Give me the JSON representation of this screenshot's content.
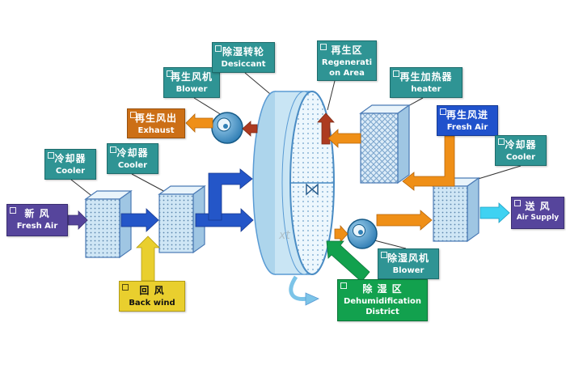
{
  "diagram": {
    "watermark": "xt",
    "labels": {
      "fresh_air_in": {
        "lines": [
          "新  风",
          "Fresh Air"
        ]
      },
      "cooler1": {
        "lines": [
          "冷却器",
          "Cooler"
        ]
      },
      "cooler2": {
        "lines": [
          "冷却器",
          "Cooler"
        ]
      },
      "back_wind": {
        "lines": [
          "回  风",
          "Back wind"
        ]
      },
      "regen_blower": {
        "lines": [
          "再生风机",
          "Blower"
        ]
      },
      "exhaust": {
        "lines": [
          "再生风出",
          "Exhaust"
        ]
      },
      "desiccant": {
        "lines": [
          "除湿转轮",
          "Desiccant"
        ]
      },
      "regen_area": {
        "lines": [
          "再生区",
          "Regenerati",
          "on Area"
        ]
      },
      "heater": {
        "lines": [
          "再生加热器",
          "heater"
        ]
      },
      "regen_fresh_air": {
        "lines": [
          "再生风进",
          "Fresh Air"
        ]
      },
      "cooler3": {
        "lines": [
          "冷却器",
          "Cooler"
        ]
      },
      "air_supply": {
        "lines": [
          "送  风",
          "Air Supply"
        ]
      },
      "dehumid_blower": {
        "lines": [
          "除湿风机",
          "Blower"
        ]
      },
      "dehumid_district": {
        "lines": [
          "除 湿 区",
          "Dehumidification",
          "District"
        ]
      }
    },
    "colors": {
      "teal_label_bg": "#2f9494",
      "purple_label_bg": "#56459c",
      "blue_label_bg": "#2052cc",
      "orange_label_bg": "#cc6f16",
      "yellow_label_bg": "#e9cf2e",
      "green_label_bg": "#12a14e",
      "blue_arrow": "#2456c8",
      "orange_arrow": "#ef8f17",
      "red_arrow": "#ad3b21",
      "cyan_arrow": "#3fd2f2",
      "yellow_arrow": "#e9cf2e",
      "purple_arrow": "#56459c",
      "green_arrow": "#12a14e"
    }
  }
}
